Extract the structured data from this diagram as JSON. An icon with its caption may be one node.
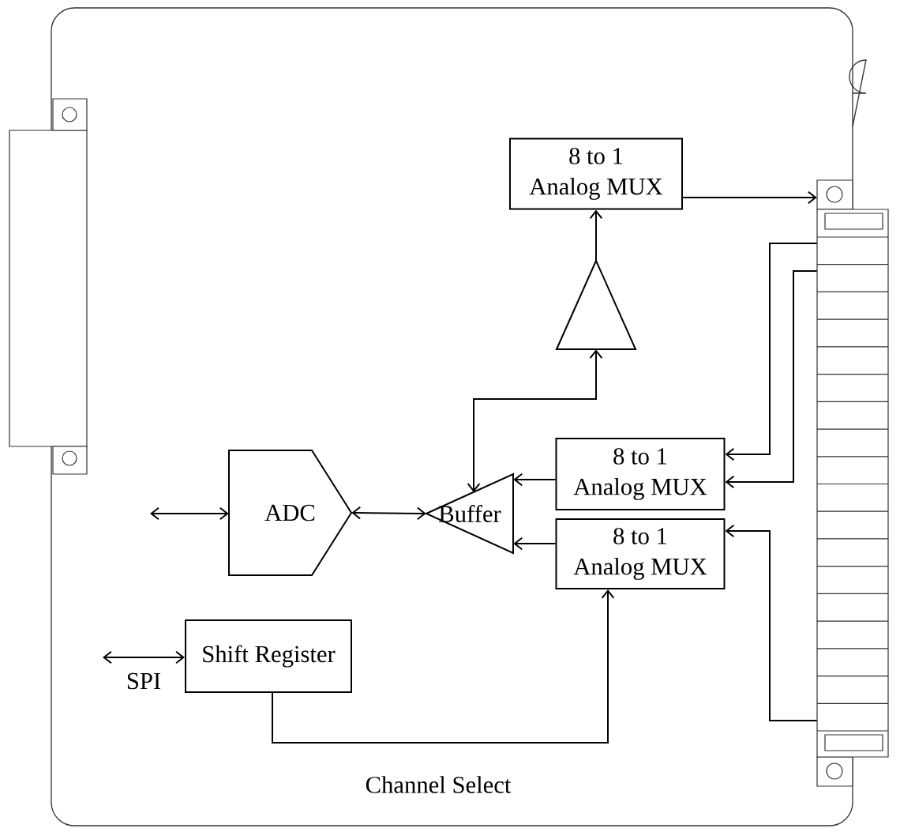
{
  "diagram": {
    "nodes": [
      {
        "text": [
          "8 to 1",
          "Analog MUX"
        ]
      },
      {
        "text": [],
        "shape": "triangle"
      },
      {
        "text": [
          "8 to 1",
          "Analog MUX"
        ]
      },
      {
        "text": [
          "8 to 1",
          "Analog MUX"
        ]
      },
      {
        "text": [
          "Buffer"
        ]
      },
      {
        "text": [
          "ADC"
        ]
      },
      {
        "text": [
          "Shift Register"
        ]
      },
      {
        "text": [],
        "shape": "connector"
      }
    ],
    "edges": [
      {
        "from": 0,
        "to": 7,
        "arrow": "to"
      },
      {
        "from": 1,
        "to": 0,
        "arrow": "to"
      },
      {
        "from": 4,
        "to": 1,
        "arrow": "both"
      },
      {
        "from": 7,
        "to": 2,
        "arrow": "to"
      },
      {
        "from": 7,
        "to": 2,
        "arrow": "to"
      },
      {
        "from": 7,
        "to": 3,
        "arrow": "to"
      },
      {
        "from": 2,
        "to": 4,
        "arrow": "to"
      },
      {
        "from": 3,
        "to": 4,
        "arrow": "to"
      },
      {
        "from": 4,
        "to": 5,
        "arrow": "both"
      },
      {
        "from": null,
        "to": 5,
        "arrow": "both"
      },
      {
        "from": null,
        "to": 6,
        "arrow": "both",
        "label": "SPI"
      },
      {
        "from": 6,
        "to": 3,
        "arrow": "to",
        "label": "Channel Select"
      }
    ]
  }
}
